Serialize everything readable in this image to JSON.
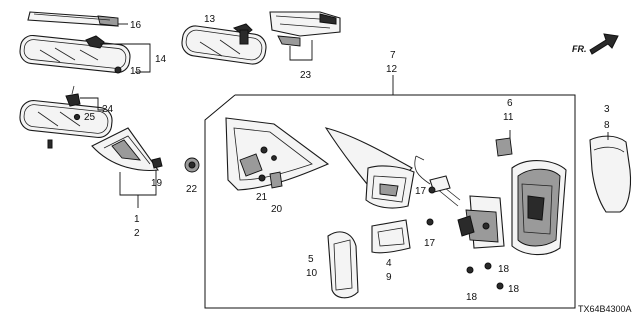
{
  "labels": {
    "l16": "16",
    "l14": "14",
    "l15": "15",
    "l13": "13",
    "l23": "23",
    "l7": "7",
    "l12": "12",
    "l3": "3",
    "l8": "8",
    "l6": "6",
    "l11": "11",
    "l24": "24",
    "l25": "25",
    "l19": "19",
    "l1": "1",
    "l2": "2",
    "l22": "22",
    "l21": "21",
    "l20": "20",
    "l17a": "17",
    "l17b": "17",
    "l4": "4",
    "l9": "9",
    "l5": "5",
    "l10": "10",
    "l18a": "18",
    "l18b": "18",
    "l18c": "18"
  },
  "direction_arrow": "FR.",
  "diagram_code": "TX64B4300A",
  "icons": [
    "front-direction-arrow-icon"
  ]
}
